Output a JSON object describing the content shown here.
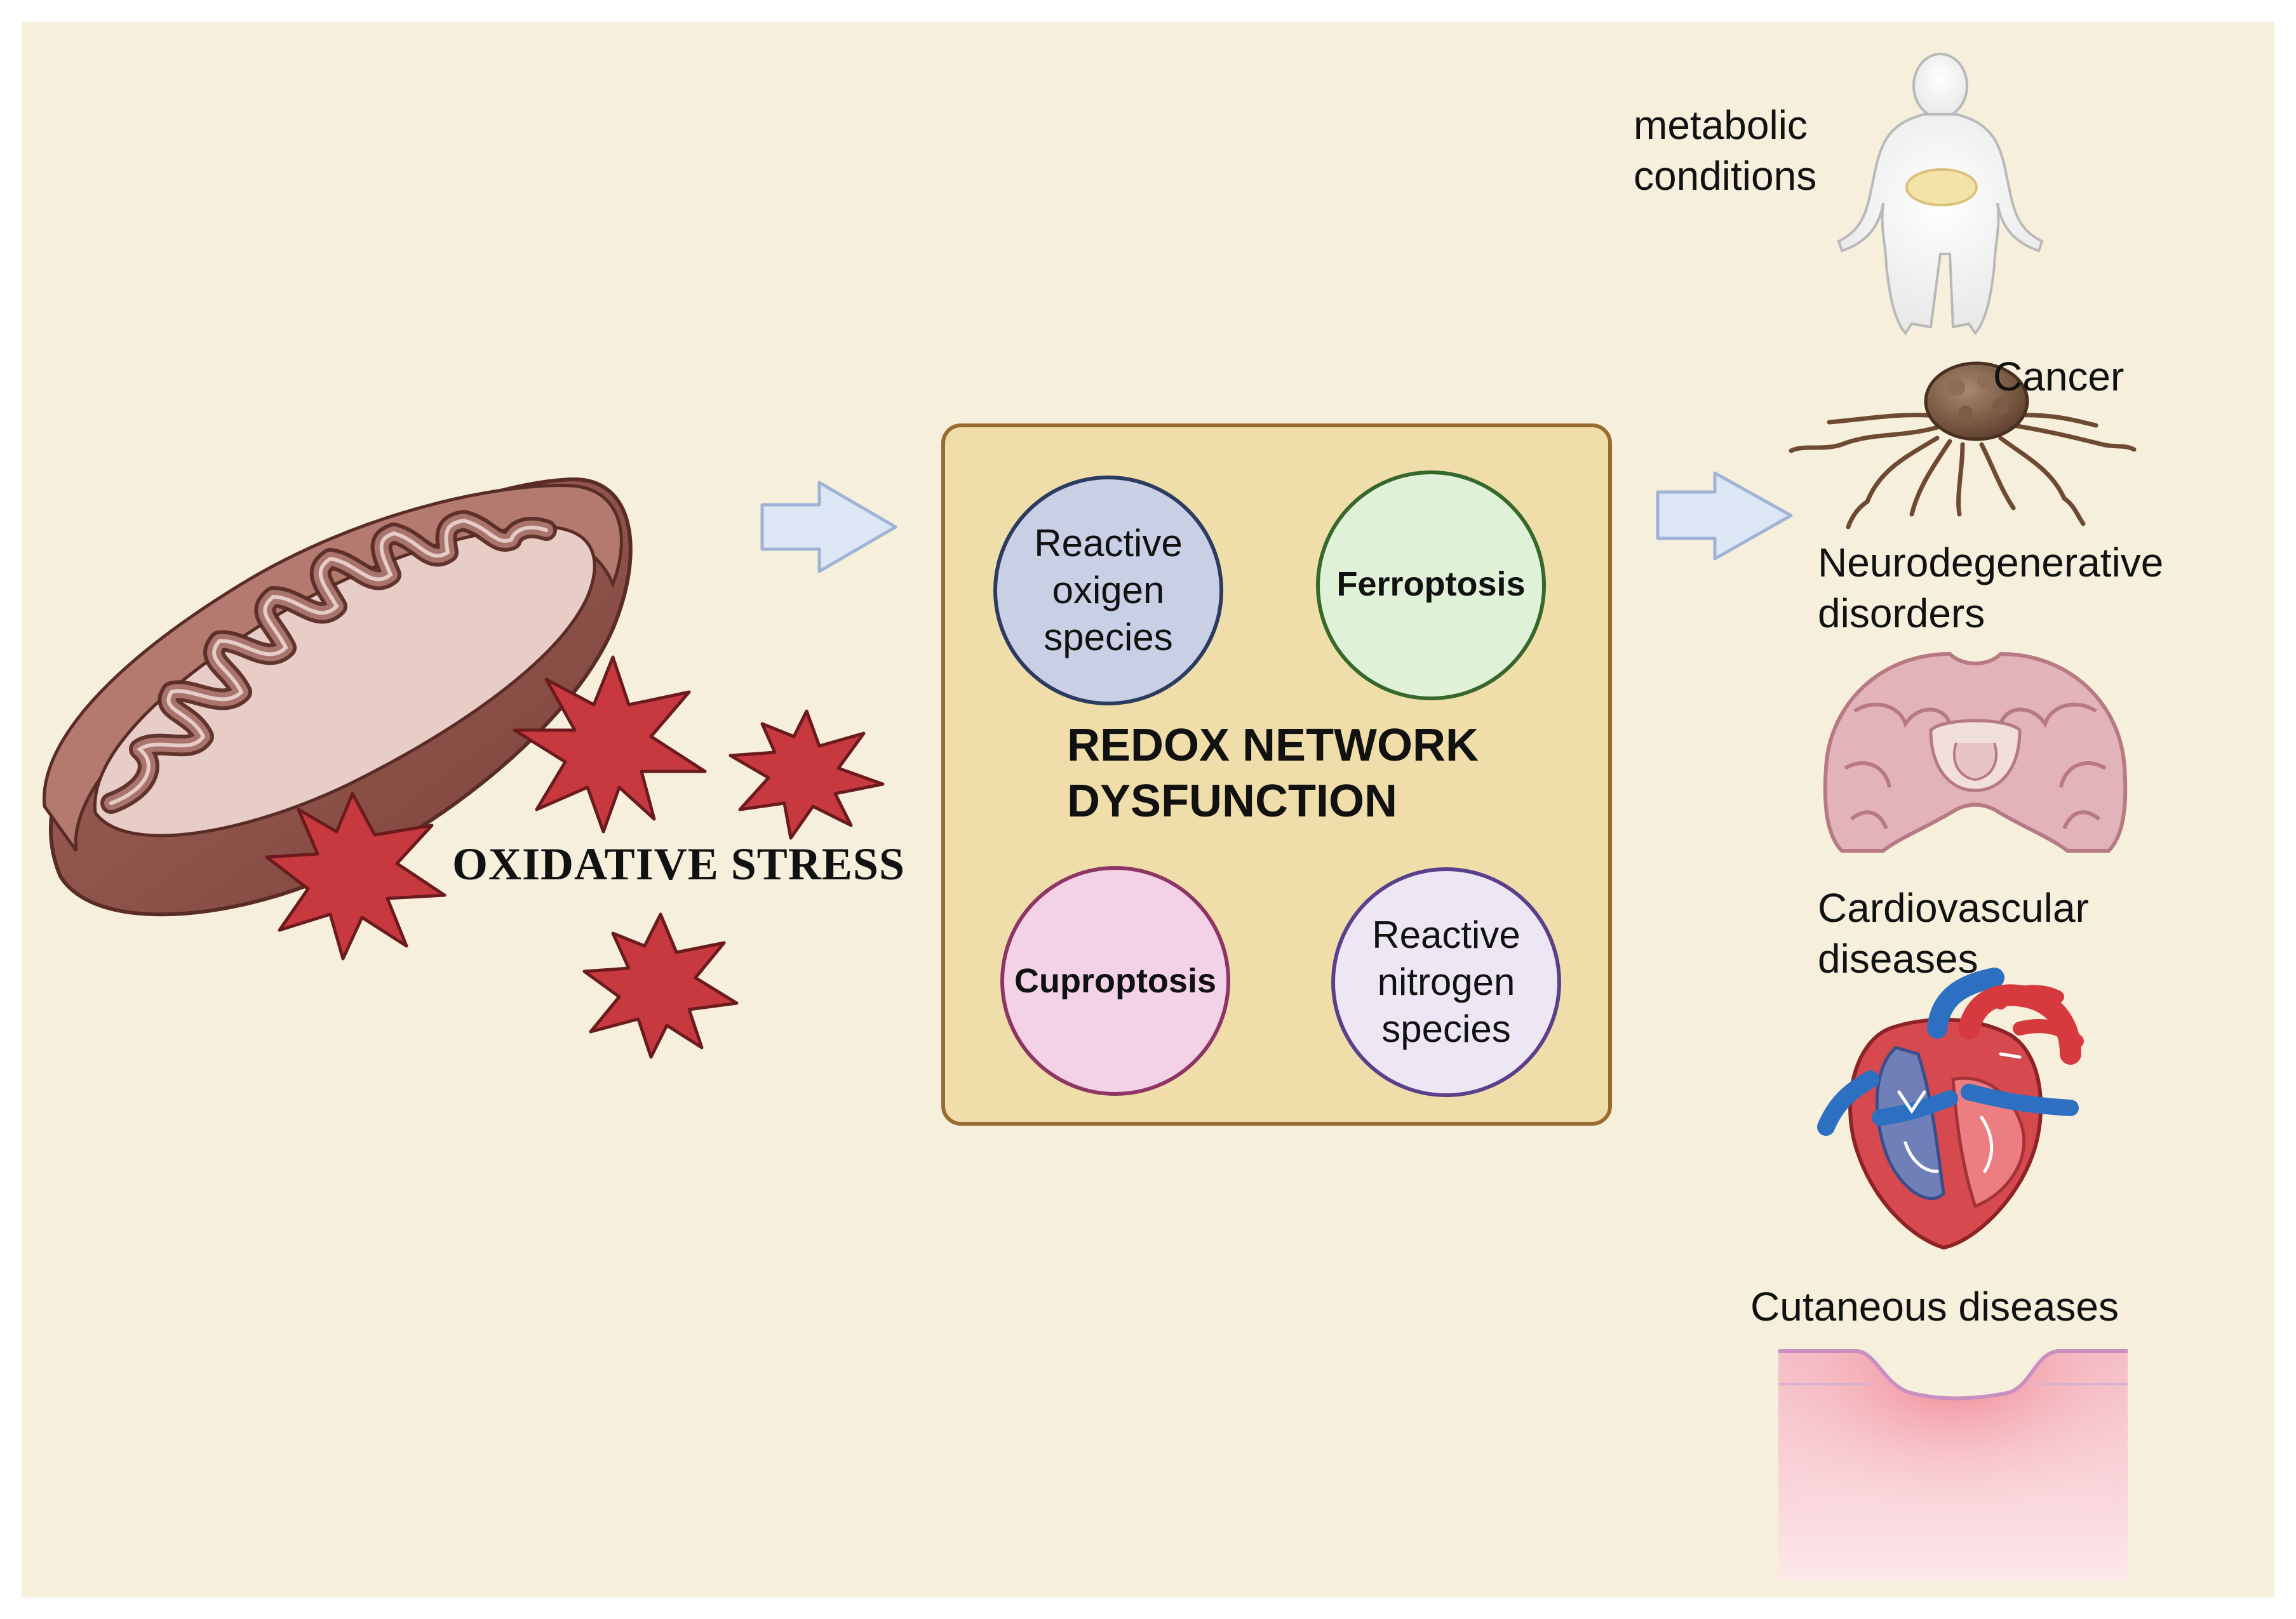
{
  "left": {
    "stress_label": "OXIDATIVE STRESS"
  },
  "center": {
    "title_line1": "REDOX NETWORK",
    "title_line2": "DYSFUNCTION",
    "ros": [
      "Reactive",
      "oxigen",
      "species"
    ],
    "ferroptosis": "Ferroptosis",
    "cuproptosis": "Cuproptosis",
    "rns": [
      "Reactive",
      "nitrogen",
      "species"
    ]
  },
  "right": {
    "metabolic": [
      "metabolic",
      "conditions"
    ],
    "cancer": "Cancer",
    "neuro": [
      "Neurodegenerative",
      "disorders"
    ],
    "cardio": [
      "Cardiovascular",
      "diseases"
    ],
    "cutaneous": "Cutaneous diseases"
  },
  "colors": {
    "background": "#f6efdc",
    "box_fill": "#f0deaa",
    "box_stroke": "#9a6b2e",
    "ros_fill": "#c9d0e6",
    "ferro_fill": "#dff2d8",
    "cupro_fill": "#f3d2e8",
    "rns_fill": "#ece6f5",
    "star": "#c8393f",
    "mito_outer": "#8a4f46"
  }
}
